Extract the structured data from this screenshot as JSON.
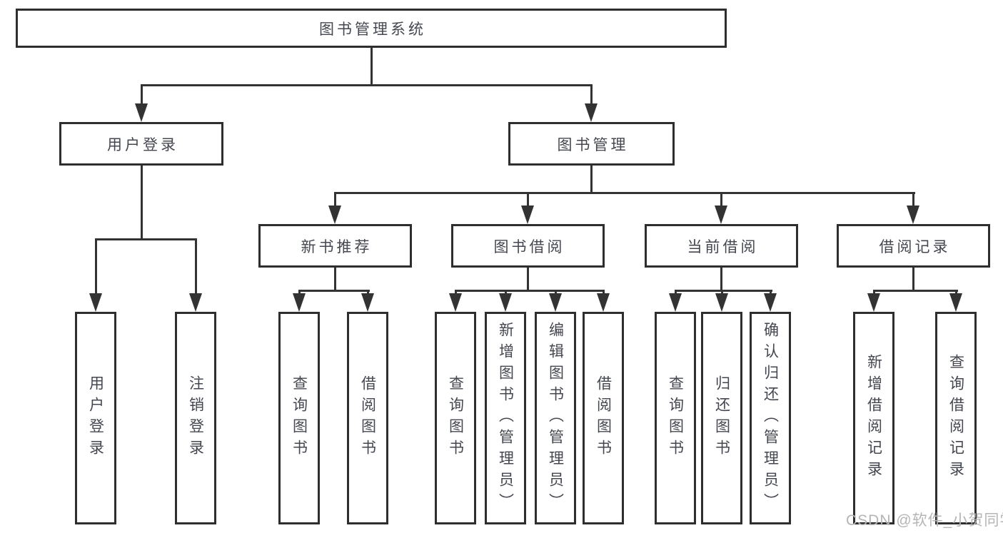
{
  "nodes": {
    "root": "图书管理系统",
    "user_login": "用户登录",
    "book_mgmt": "图书管理",
    "new_book_rec": "新书推荐",
    "book_borrow": "图书借阅",
    "current_borrow": "当前借阅",
    "borrow_records": "借阅记录"
  },
  "leaves": [
    "用户登录",
    "注销登录",
    "查询图书",
    "借阅图书",
    "查询图书",
    "新增图书（管理员）",
    "编辑图书（管理员）",
    "借阅图书",
    "查询图书",
    "归还图书",
    "确认归还（管理员）",
    "新增借阅记录",
    "查询借阅记录"
  ],
  "hierarchy": {
    "图书管理系统": [
      "用户登录",
      "图书管理"
    ],
    "用户登录": [
      "用户登录",
      "注销登录"
    ],
    "图书管理": [
      "新书推荐",
      "图书借阅",
      "当前借阅",
      "借阅记录"
    ],
    "新书推荐": [
      "查询图书",
      "借阅图书"
    ],
    "图书借阅": [
      "查询图书",
      "新增图书（管理员）",
      "编辑图书（管理员）",
      "借阅图书"
    ],
    "当前借阅": [
      "查询图书",
      "归还图书",
      "确认归还（管理员）"
    ],
    "借阅记录": [
      "新增借阅记录",
      "查询借阅记录"
    ]
  },
  "watermark": "CSDN @软件_小贺同学",
  "colors": {
    "line": "#333333",
    "box_border": "#2e2e2e",
    "text": "#44474f",
    "watermark": "#b5b5b5",
    "background": "#ffffff"
  }
}
